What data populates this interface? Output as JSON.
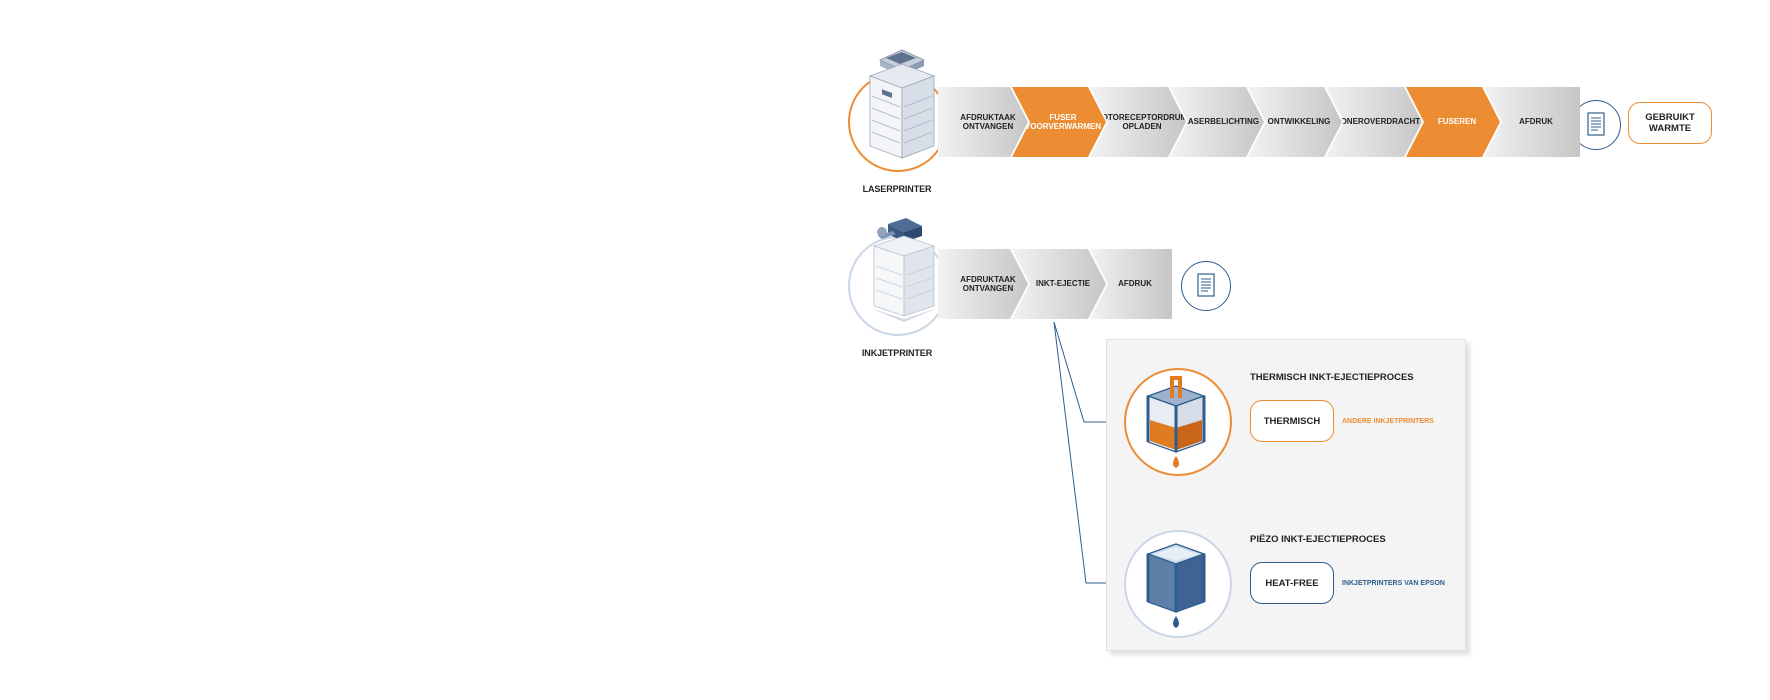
{
  "laser": {
    "caption": "LASERPRINTER",
    "steps": [
      {
        "label": "AFDRUKTAAK\nONTVANGEN",
        "highlight": false
      },
      {
        "label": "FUSER\nVOORVERWARMEN",
        "highlight": true
      },
      {
        "label": "FOTORECEPTORDRUM\nOPLADEN",
        "highlight": false
      },
      {
        "label": "LASERBELICHTING",
        "highlight": false
      },
      {
        "label": "ONTWIKKELING",
        "highlight": false
      },
      {
        "label": "TONEROVERDRACHT",
        "highlight": false
      },
      {
        "label": "FUSEREN",
        "highlight": true
      },
      {
        "label": "AFDRUK",
        "highlight": false
      }
    ],
    "result_label": "GEBRUIKT\nWARMTE"
  },
  "inkjet": {
    "caption": "INKJETPRINTER",
    "steps": [
      {
        "label": "AFDRUKTAAK\nONTVANGEN",
        "highlight": false
      },
      {
        "label": "INKT-EJECTIE",
        "highlight": false
      },
      {
        "label": "AFDRUK",
        "highlight": false
      }
    ]
  },
  "panel": {
    "thermal": {
      "title": "THERMISCH INKT-EJECTIEPROCES",
      "pill": "THERMISCH",
      "note": "ANDERE INKJETPRINTERS"
    },
    "piezo": {
      "title": "PIËZO INKT-EJECTIEPROCES",
      "pill": "HEAT-FREE",
      "note": "INKJETPRINTERS VAN EPSON"
    }
  },
  "colors": {
    "orange": "#ec8d33",
    "blue": "#2d5e8e",
    "light_blue": "#c9d6e6"
  },
  "icons": [
    "laser-printer-icon",
    "inkjet-printer-icon",
    "document-icon",
    "thermal-printhead-icon",
    "piezo-printhead-icon"
  ]
}
